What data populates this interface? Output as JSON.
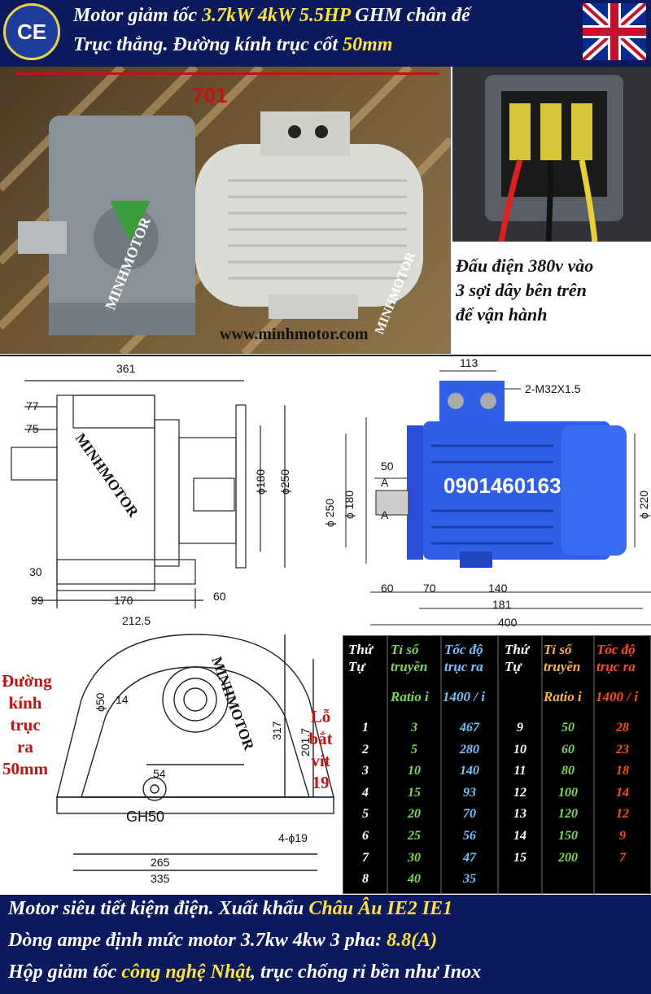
{
  "header": {
    "ce_mark": "CE",
    "line1_a": "Motor giảm tốc ",
    "line1_b": "3.7kW 4kW 5.5HP",
    "line1_c": " GHM chân đế",
    "line2_a": "Trục thẳng. Đường kính trục cốt ",
    "line2_b": "50mm"
  },
  "photo": {
    "dimension_label": "701",
    "website": "www.minhmotor.com",
    "brand_watermark": "MINHMOTOR"
  },
  "terminal_note": [
    "Đấu điện 380v vào",
    "3 sợi dây bên trên",
    "để vận hành"
  ],
  "drawing_left": {
    "dims": [
      "361",
      "77",
      "75",
      "30",
      "99",
      "170",
      "212.5",
      "60",
      "ϕ180",
      "ϕ250"
    ],
    "watermark": "MINHMOTOR"
  },
  "drawing_right": {
    "dims": [
      "113",
      "2-M32X1.5",
      "50",
      "A",
      "A",
      "ϕ 250",
      "ϕ 180",
      "ϕ 220",
      "60",
      "70",
      "140",
      "181",
      "400"
    ],
    "phone": "0901460163"
  },
  "drawing_front": {
    "dims": [
      "ϕ50",
      "14",
      "54",
      "317",
      "201.7",
      "265",
      "335",
      "4-ϕ19"
    ],
    "model": "GH50",
    "watermark": "MINHMOTOR"
  },
  "notes": {
    "shaft_dia": [
      "Đường",
      "kính",
      "trục",
      "ra",
      "50mm"
    ],
    "bolt_hole": [
      "Lỗ",
      "bắt",
      "vít",
      "19"
    ]
  },
  "table": {
    "headers": {
      "no": [
        "Thứ",
        "Tự"
      ],
      "ratio": [
        "Tỉ số",
        "truyền"
      ],
      "speed": [
        "Tốc độ",
        "trục ra"
      ],
      "ratio_unit": "Ratio i",
      "speed_unit": "1400 / i"
    },
    "left_rows": [
      [
        "1",
        "3",
        "467"
      ],
      [
        "2",
        "5",
        "280"
      ],
      [
        "3",
        "10",
        "140"
      ],
      [
        "4",
        "15",
        "93"
      ],
      [
        "5",
        "20",
        "70"
      ],
      [
        "6",
        "25",
        "56"
      ],
      [
        "7",
        "30",
        "47"
      ],
      [
        "8",
        "40",
        "35"
      ]
    ],
    "right_rows": [
      [
        "9",
        "50",
        "28"
      ],
      [
        "10",
        "60",
        "23"
      ],
      [
        "11",
        "80",
        "18"
      ],
      [
        "12",
        "100",
        "14"
      ],
      [
        "13",
        "120",
        "12"
      ],
      [
        "14",
        "150",
        "9"
      ],
      [
        "15",
        "200",
        "7"
      ]
    ]
  },
  "footer": {
    "line1_a": "Motor siêu tiết kiệm điện. Xuất khẩu ",
    "line1_b": "Châu Âu IE2 IE1",
    "line2_a": "Dòng ampe định mức motor 3.7kw 4kw 3 pha: ",
    "line2_b": "8.8(A)",
    "line3_a": "Hộp giảm tốc ",
    "line3_b": "công nghệ Nhật",
    "line3_c": ", trục chống rỉ bền như Inox"
  },
  "colors": {
    "navy": "#0a1a5c",
    "yellow": "#ffe33a",
    "red": "#c81010",
    "green": "#7ed957",
    "cyan": "#6fc6ff",
    "orange": "#ff4a1a"
  }
}
